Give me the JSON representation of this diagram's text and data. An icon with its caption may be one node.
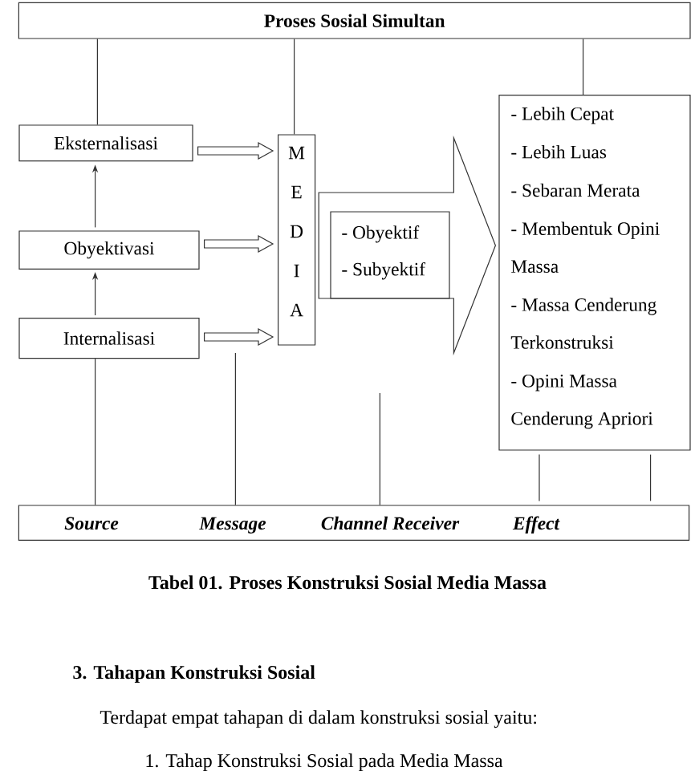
{
  "diagram": {
    "caption": "Tabel 01. Proses Konstruksi Sosial Media Massa",
    "nodes": [
      {
        "text": [
          "Proses Sosial Simultan"
        ]
      },
      {
        "text": [
          "Eksternalisasi"
        ]
      },
      {
        "text": [
          "Obyektivasi"
        ]
      },
      {
        "text": [
          "Internalisasi"
        ]
      },
      {
        "text": [
          "M E D I A"
        ]
      },
      {
        "text": [
          "- Obyektif",
          "- Subyektif"
        ]
      },
      {
        "text": [
          "- Lebih Cepat",
          "- Lebih Luas",
          "- Sebaran Merata",
          "- Membentuk Opini Massa",
          "- Massa Cenderung Terkonstruksi",
          "- Opini Massa Cenderung Apriori"
        ]
      },
      {
        "text": [
          "Source",
          "Message",
          "Channel Receiver",
          "Effect"
        ]
      }
    ],
    "edges": [
      {
        "from": 0,
        "to": 1,
        "arrow": "none"
      },
      {
        "from": 0,
        "to": 4,
        "arrow": "none"
      },
      {
        "from": 0,
        "to": 6,
        "arrow": "none"
      },
      {
        "from": 2,
        "to": 1,
        "arrow": "to"
      },
      {
        "from": 3,
        "to": 2,
        "arrow": "to"
      },
      {
        "from": 1,
        "to": 4,
        "arrow": "to",
        "style": "thick"
      },
      {
        "from": 2,
        "to": 4,
        "arrow": "to",
        "style": "thick"
      },
      {
        "from": 3,
        "to": 4,
        "arrow": "to",
        "style": "thick"
      },
      {
        "from": 4,
        "to": 6,
        "arrow": "to",
        "style": "thick"
      },
      {
        "from": 3,
        "to": 7,
        "arrow": "none"
      },
      {
        "from": null,
        "to": 7,
        "arrow": "none"
      },
      {
        "from": null,
        "to": 7,
        "arrow": "none"
      },
      {
        "from": 6,
        "to": 7,
        "arrow": "none"
      },
      {
        "from": 6,
        "to": 7,
        "arrow": "none"
      }
    ],
    "labels": [
      "3. Tahapan Konstruksi Sosial",
      "Terdapat empat tahapan di dalam konstruksi sosial yaitu:",
      "1. Tahap Konstruksi Sosial pada Media Massa"
    ]
  }
}
